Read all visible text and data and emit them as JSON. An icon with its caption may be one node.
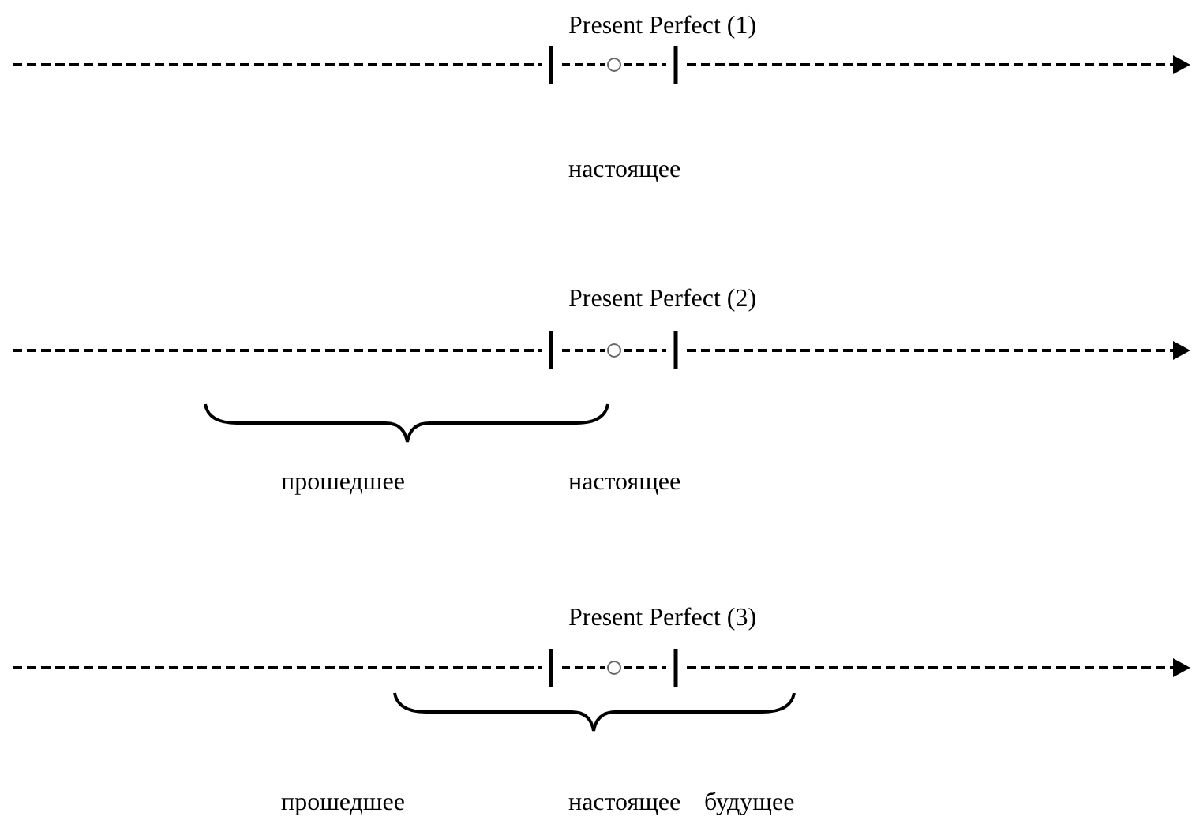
{
  "diagram": {
    "labels": [
      "Present Perfect (1)",
      "настоящее",
      "Present Perfect (2)",
      "прошедшее",
      "настоящее",
      "Present Perfect (3)",
      "прошедшее",
      "настоящее",
      "будущее"
    ]
  }
}
